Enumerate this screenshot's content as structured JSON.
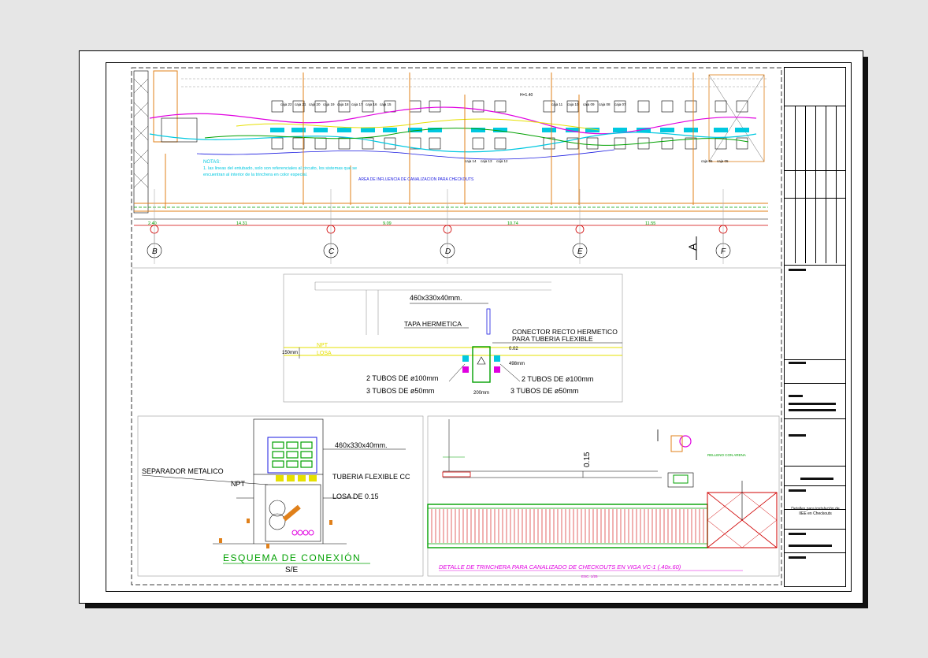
{
  "plan": {
    "notes_title": "NOTAS:",
    "notes_line1": "1. las lineas del entubado, solo son referenciales al circuito, los sistemas que se",
    "notes_line2": "encuentran al interior de la trinchera en color especial.",
    "influence_label": "AREA DE INFLUENCIA DE CANALIZACION PARA CHECKOUTS",
    "h_label": "H=1.40",
    "cajas_top": [
      "caja 22",
      "caja 21",
      "caja 20",
      "caja 19",
      "caja 18",
      "caja 17",
      "caja 16",
      "caja 15",
      "caja 11",
      "caja 10",
      "caja 09",
      "caja 08",
      "caja 07"
    ],
    "cajas_bottom": [
      "caja 14",
      "caja 13",
      "caja 12",
      "caja 06",
      "caja 05"
    ],
    "grid_letters": [
      "B",
      "C",
      "D",
      "E",
      "F"
    ],
    "dimensions": [
      "2.40",
      "14.31",
      "9.09",
      "10.74",
      "11.55"
    ],
    "section_mark": "A"
  },
  "detail_center": {
    "box_size": "460x330x40mm.",
    "tapa": "TAPA HERMETICA",
    "conector_line1": "CONECTOR RECTO HERMETICO",
    "conector_line2": "PARA TUBERIA FLEXIBLE",
    "npt": "NPT",
    "losa": "LOSA",
    "dim_150": "150mm",
    "dim_498": "498mm",
    "dim_200": "200mm",
    "dim_002": "0.02",
    "tubos_100_left": "2 TUBOS DE ø100mm",
    "tubos_50_left": "3 TUBOS DE ø50mm",
    "tubos_100_right": "2 TUBOS DE ø100mm",
    "tubos_50_right": "3 TUBOS DE ø50mm"
  },
  "detail_left": {
    "box_size": "460x330x40mm.",
    "separador": "SEPARADOR METALICO",
    "tuberia": "TUBERIA FLEXIBLE CC",
    "npt": "NPT",
    "losa": "LOSA DE 0.15",
    "title": "ESQUEMA DE CONEXIÓN",
    "subtitle": "S/E"
  },
  "detail_right": {
    "dim_015": "0.15",
    "relleno": "RELLENO CON ARENA",
    "title": "DETALLE DE TRINCHERA PARA CANALIZADO DE CHECKOUTS EN VIGA VC-1 (.40x.60)",
    "scale": "ESC. 1/25"
  },
  "title_block": {
    "desc_line1": "Detalles para instalación de",
    "desc_line2": "IIEE en Checkouts"
  },
  "colors": {
    "orange": "#e0801a",
    "magenta": "#e000e0",
    "cyan": "#00c8e0",
    "green": "#00a000",
    "yellow": "#e6e000",
    "red": "#d00000",
    "blue": "#1a1ae0"
  }
}
